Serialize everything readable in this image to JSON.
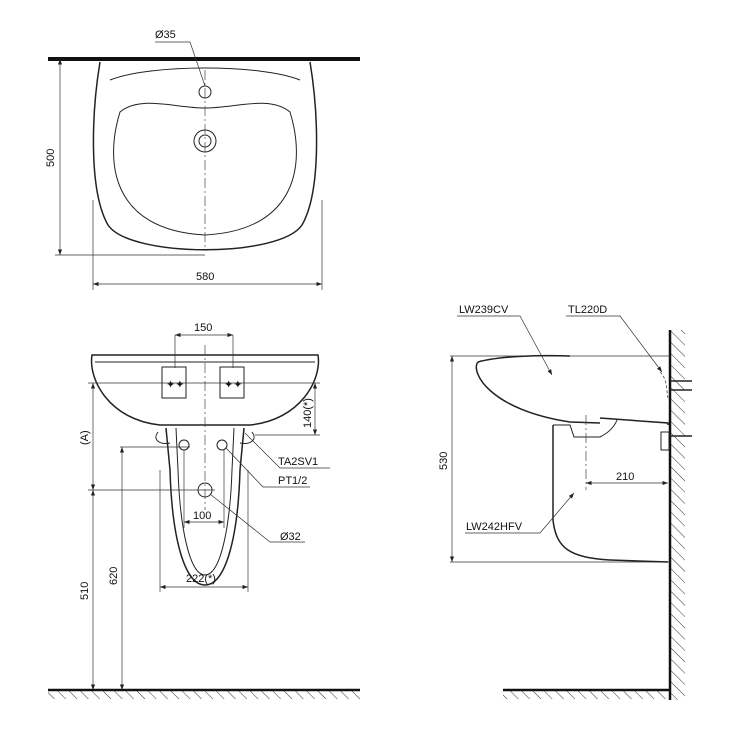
{
  "top_view": {
    "hole_diameter": "Ø35",
    "depth": "500",
    "width": "580"
  },
  "front_view": {
    "bracket_spacing": "150",
    "height_a": "(A)",
    "bracket_offset": "140(*)",
    "bracket_label": "TA2SV1",
    "supply_label": "PT1/2",
    "supply_spacing": "100",
    "drain_diameter": "Ø32",
    "pedestal_width": "222(*)",
    "drain_height": "510",
    "supply_height": "620"
  },
  "side_view": {
    "basin_model": "LW239CV",
    "fixing_model": "TL220D",
    "pedestal_model": "LW242HFV",
    "total_height": "530",
    "drain_offset": "210"
  }
}
